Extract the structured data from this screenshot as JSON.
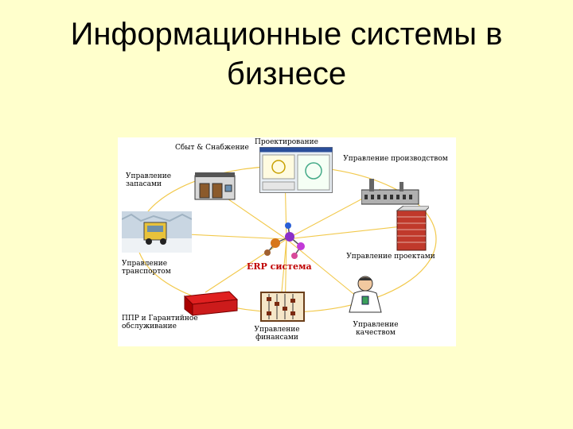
{
  "slide": {
    "title_line1": "Информационные системы в",
    "title_line2": "бизнесе"
  },
  "diagram": {
    "center_label": "ERP система",
    "nodes": {
      "sales": {
        "line1": "Сбыт & Снабжение",
        "line2": ""
      },
      "inventory": {
        "line1": "Управление",
        "line2": "запасами"
      },
      "design": {
        "line1": "Проектирование"
      },
      "production": {
        "line1": "Управление производством"
      },
      "projects": {
        "line1": "Управление проектами"
      },
      "transport": {
        "line1": "Управление",
        "line2": "транспортом"
      },
      "maintenance": {
        "line1": "ППР и Гарантийное",
        "line2": "обслуживание"
      },
      "finance": {
        "line1": "Управление",
        "line2": "финансами"
      },
      "quality": {
        "line1": "Управление",
        "line2": "качеством"
      }
    },
    "colors": {
      "connector": "#f2c94c",
      "erp_label": "#c00000",
      "background": "#ffffcc"
    },
    "icons": [
      "warehouse-icon",
      "design-screenshot-icon",
      "factory-icon",
      "brick-wall-icon",
      "truck-photo-icon",
      "red-trailer-icon",
      "abacus-icon",
      "scientist-icon",
      "molecule-icon"
    ]
  }
}
